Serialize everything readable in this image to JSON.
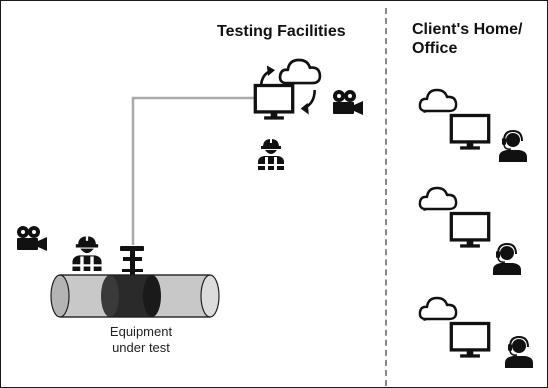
{
  "testing": {
    "title": "Testing Facilities"
  },
  "client": {
    "title": "Client's Home/ Office"
  },
  "equipment": {
    "caption": "Equipment under test"
  },
  "colors": {
    "line": "#aaaaaa",
    "ink": "#0d0d0d",
    "pipe_light": "#c8c8c8",
    "pipe_dark": "#2a2a2a",
    "divider": "#888888"
  },
  "icons": [
    "cloud-icon",
    "sync-arrows-icon",
    "monitor-icon",
    "camera-icon",
    "worker-icon",
    "pressure-gauge-icon",
    "headset-agent-icon",
    "pipe-icon"
  ]
}
